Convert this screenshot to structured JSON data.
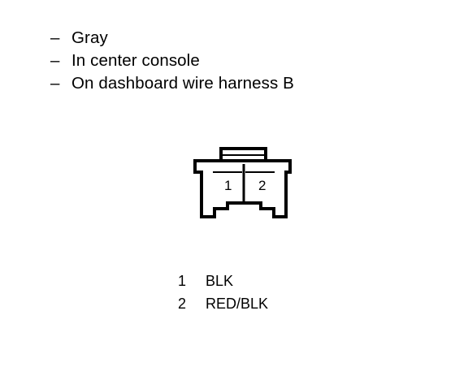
{
  "notes": [
    {
      "dash": "–",
      "text": "Gray"
    },
    {
      "dash": "–",
      "text": "In center console"
    },
    {
      "dash": "–",
      "text": "On dashboard wire harness B"
    }
  ],
  "connector": {
    "pins": [
      {
        "number": "1"
      },
      {
        "number": "2"
      }
    ]
  },
  "pinout": [
    {
      "pin": "1",
      "wire": "BLK"
    },
    {
      "pin": "2",
      "wire": "RED/BLK"
    }
  ]
}
